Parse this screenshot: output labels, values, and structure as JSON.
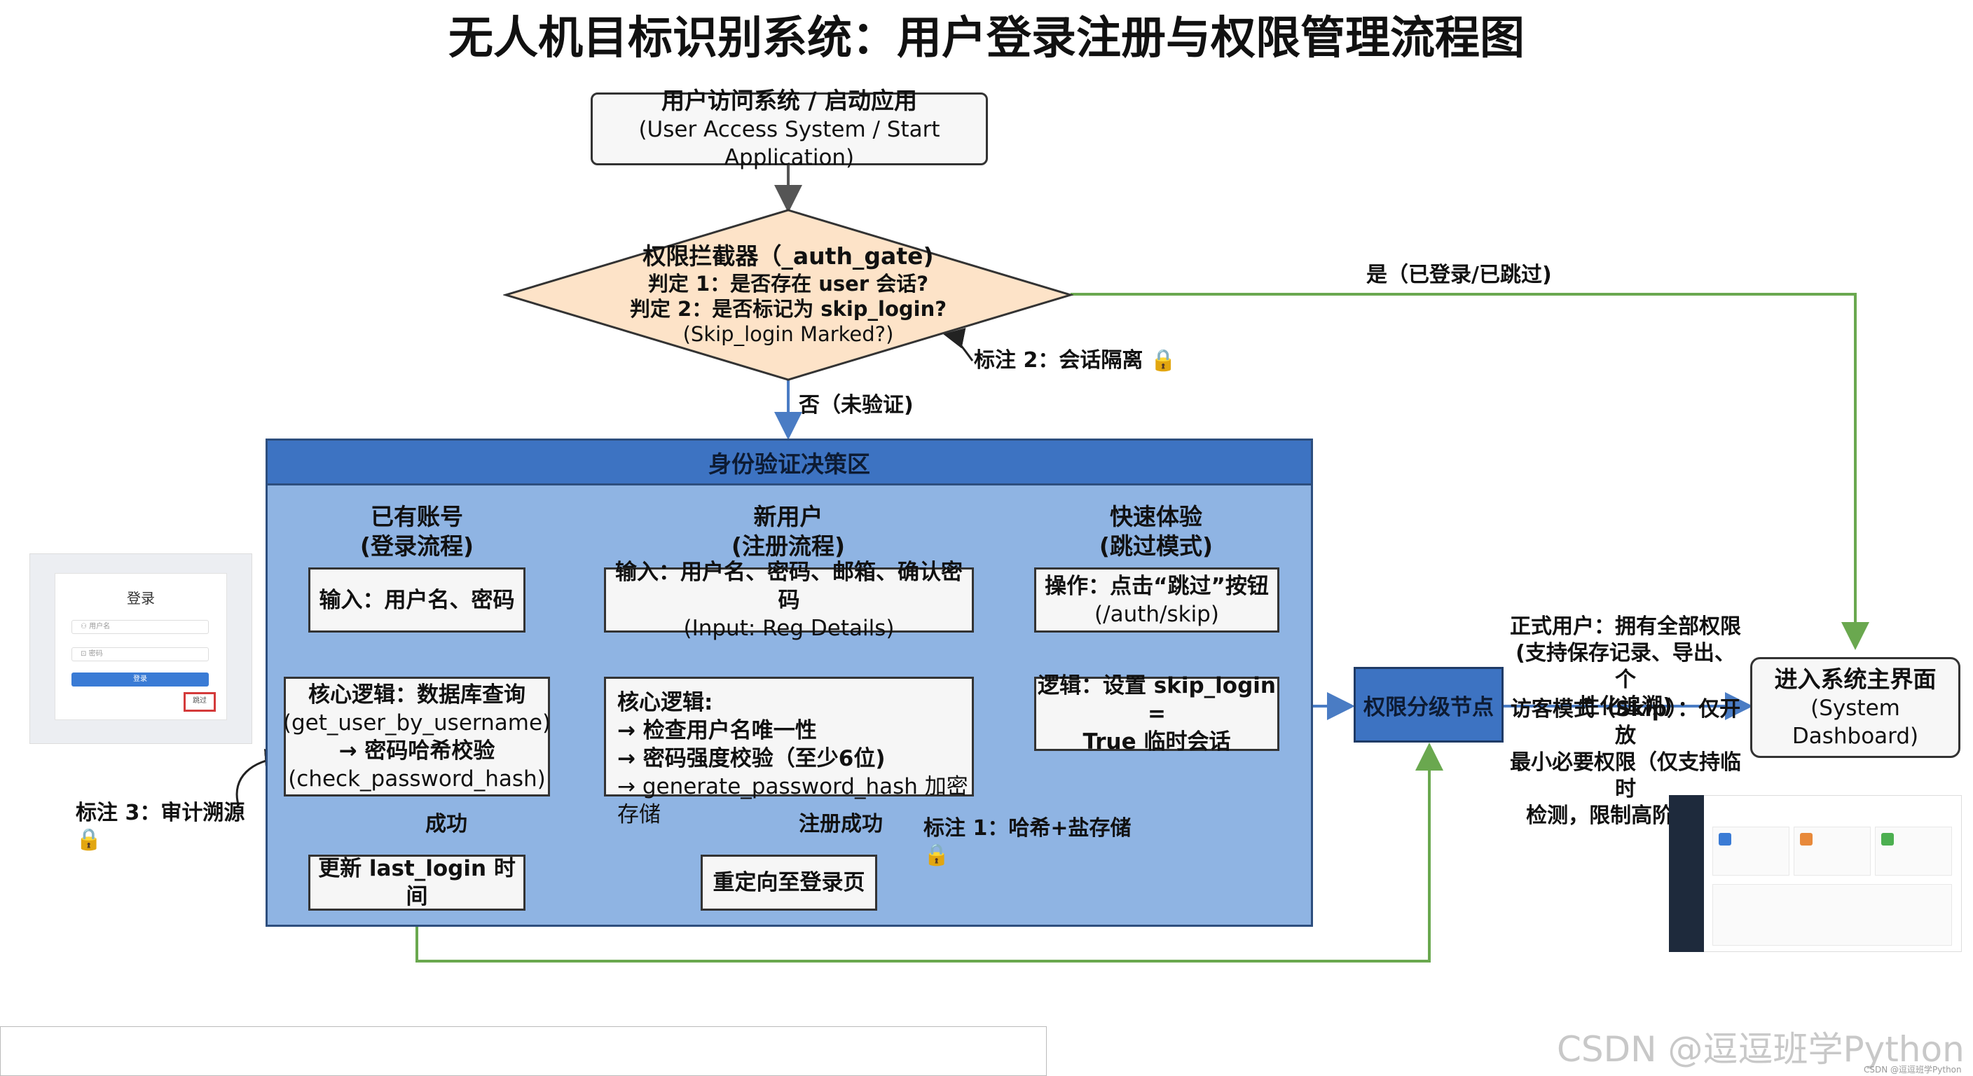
{
  "title": "无人机目标识别系统：用户登录注册与权限管理流程图",
  "start": {
    "line1": "用户访问系统 / 启动应用",
    "line2": "(User Access System / Start Application)"
  },
  "gate": {
    "line1": "权限拦截器（_auth_gate)",
    "line2": "判定 1：是否存在 user 会话?",
    "line3": "判定 2：是否标记为 skip_login?",
    "line4": "(Skip_login Marked?)"
  },
  "yes_label": "是（已登录/已跳过)",
  "no_label": "否（未验证)",
  "note2": "标注 2：会话隔离",
  "zone_title": "身份验证决策区",
  "col1": {
    "title1": "已有账号",
    "title2": "(登录流程)",
    "input": "输入：用户名、密码",
    "logic": [
      "核心逻辑：数据库查询",
      "(get_user_by_username)",
      "→ 密码哈希校验",
      "(check_password_hash)"
    ],
    "success": "成功",
    "update": "更新 last_login 时间"
  },
  "col2": {
    "title1": "新用户",
    "title2": "(注册流程)",
    "input1": "输入：用户名、密码、邮箱、确认密码",
    "input2": "(Input: Reg Details)",
    "logic": [
      "核心逻辑:",
      "→ 检查用户名唯一性",
      "→ 密码强度校验（至少6位)",
      "→ generate_password_hash 加密存储"
    ],
    "success": "注册成功",
    "redirect": "重定向至登录页"
  },
  "col3": {
    "title1": "快速体验",
    "title2": "(跳过模式)",
    "op1": "操作：点击“跳过”按钮",
    "op2": "(/auth/skip)",
    "logic1": "逻辑：设置 skip_login =",
    "logic2": "True 临时会话"
  },
  "note1": "标注 1：哈希+盐存储",
  "note3": "标注 3：审计溯源",
  "node": "权限分级节点",
  "formal": [
    "正式用户：拥有全部权限",
    "(支持保存记录、导出、个",
    "性化追溯)"
  ],
  "guest": [
    "访客模式（Skip）：仅开放",
    "最小必要权限（仅支持临时",
    "检测，限制高阶功能)"
  ],
  "dashboard": {
    "line1": "进入系统主界面",
    "line2": "(System Dashboard)"
  },
  "mini_login": {
    "title": "登录",
    "user_ph": "用户名",
    "pass_ph": "密码",
    "btn": "登录",
    "skip": "跳过"
  },
  "watermark": "CSDN @逗逗班学Python",
  "watermark_small": "CSDN @逗逗班学Python",
  "colors": {
    "gate": "#fde3c8",
    "zone": "#8fb4e3",
    "zone_head": "#3d73c2",
    "blue_arrow": "#4a7cc4",
    "green_arrow": "#6aa84f",
    "gray_arrow": "#555555"
  }
}
